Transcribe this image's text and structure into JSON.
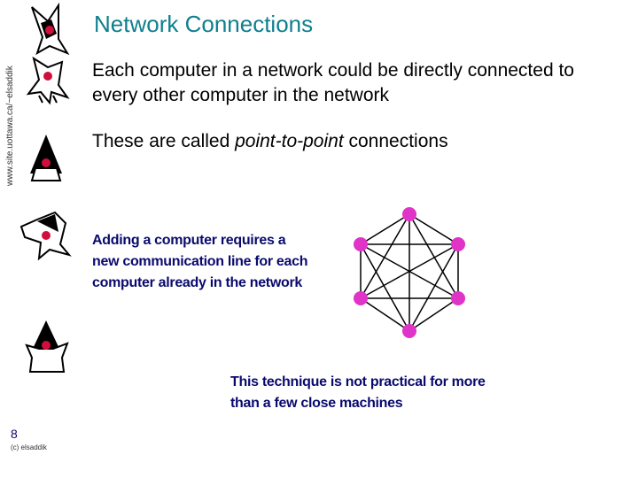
{
  "slide": {
    "title": "Network Connections",
    "side_url": "www.site.uottawa.ca/~elsaddik",
    "paragraph1": "Each computer in a network could be directly connected to every other computer in the network",
    "paragraph2_prefix": "These are called ",
    "paragraph2_emphasis": "point-to-point",
    "paragraph2_suffix": " connections",
    "note1": "Adding a computer requires a new communication line for each computer already in the network",
    "note2": "This technique is not practical for more than a few close machines",
    "page_number": "8",
    "copyright": "(c) elsaddik"
  },
  "diagram": {
    "node_color": "#e033c7",
    "line_color": "#000000",
    "node_count": 6
  },
  "colors": {
    "title": "#0e7f8e",
    "note": "#0a0a6e"
  }
}
